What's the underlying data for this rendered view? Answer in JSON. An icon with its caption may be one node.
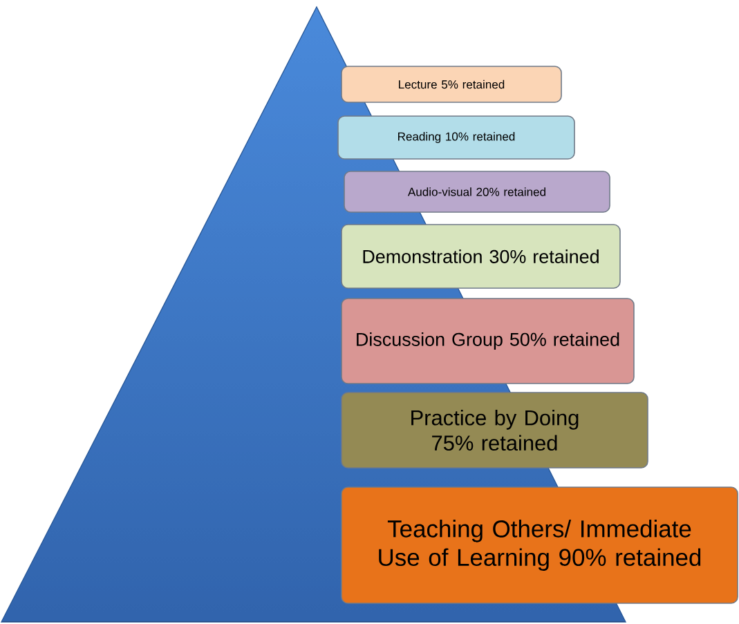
{
  "diagram": {
    "nodes": [
      {
        "text": [
          "Lecture 5% retained"
        ]
      },
      {
        "text": [
          "Reading 10% retained"
        ]
      },
      {
        "text": [
          "Audio-visual 20% retained"
        ]
      },
      {
        "text": [
          "Demonstration 30% retained"
        ]
      },
      {
        "text": [
          "Discussion Group 50% retained"
        ]
      },
      {
        "text": [
          "Practice by Doing 75% retained"
        ]
      },
      {
        "text": [
          "Teaching Others/ Immediate Use of Learning 90% retained"
        ]
      }
    ]
  }
}
